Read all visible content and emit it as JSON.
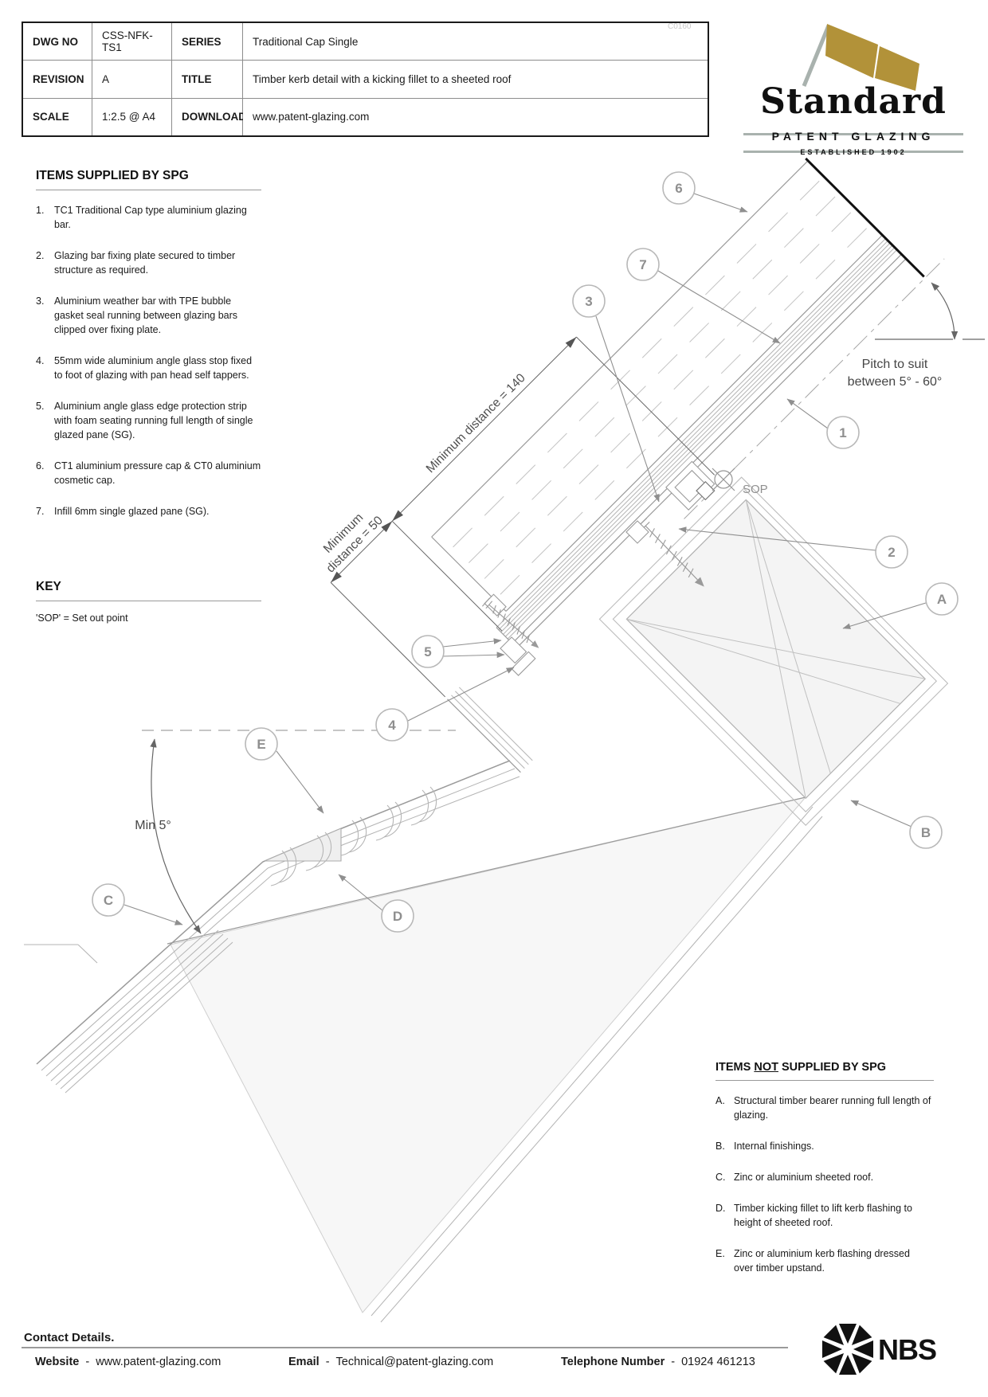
{
  "title_block": {
    "rows": [
      {
        "c0": "DWG NO",
        "c1": "CSS-NFK-TS1",
        "c2": "SERIES",
        "c3": "Traditional Cap Single"
      },
      {
        "c0": "REVISION",
        "c1": "A",
        "c2": "TITLE",
        "c3": "Timber kerb detail with a kicking fillet to a sheeted roof"
      },
      {
        "c0": "SCALE",
        "c1": "1:2.5 @ A4",
        "c2": "DOWNLOAD",
        "c3": "www.patent-glazing.com"
      }
    ]
  },
  "watermark": "C0160",
  "logo": {
    "name": "Standard",
    "subtitle": "PATENT GLAZING",
    "established": "ESTABLISHED 1902",
    "flag_color": "#b29239",
    "pole_color": "#a9b2ae"
  },
  "supplied": {
    "heading": "ITEMS SUPPLIED BY SPG",
    "items": [
      {
        "num": "1.",
        "text": "TC1 Traditional Cap type aluminium glazing bar."
      },
      {
        "num": "2.",
        "text": "Glazing bar fixing plate secured to timber structure as required."
      },
      {
        "num": "3.",
        "text": "Aluminium weather bar with TPE bubble gasket seal running between glazing bars clipped over fixing plate."
      },
      {
        "num": "4.",
        "text": "55mm wide aluminium angle glass stop fixed to foot of glazing with pan head self tappers."
      },
      {
        "num": "5.",
        "text": "Aluminium angle glass edge protection strip with foam seating running full length of single glazed pane (SG)."
      },
      {
        "num": "6.",
        "text": "CT1 aluminium pressure cap & CT0 aluminium cosmetic cap."
      },
      {
        "num": "7.",
        "text": "Infill 6mm single glazed pane (SG)."
      }
    ]
  },
  "key": {
    "heading": "KEY",
    "text": "'SOP' = Set out point"
  },
  "not_supplied": {
    "heading_pre": "ITEMS ",
    "heading_not": "NOT",
    "heading_post": " SUPPLIED BY SPG",
    "items": [
      {
        "letter": "A.",
        "text": "Structural timber bearer running full length of glazing."
      },
      {
        "letter": "B.",
        "text": "Internal finishings."
      },
      {
        "letter": "C.",
        "text": "Zinc or aluminium sheeted roof."
      },
      {
        "letter": "D.",
        "text": "Timber kicking fillet to lift kerb flashing to height of sheeted roof."
      },
      {
        "letter": "E.",
        "text": "Zinc or aluminium kerb flashing dressed over timber upstand."
      }
    ]
  },
  "drawing": {
    "labels": {
      "dim140": "Minimum distance = 140",
      "dim50a": "Minimum",
      "dim50b": "distance = 50",
      "pitch1": "Pitch to suit",
      "pitch2": "between 5° - 60°",
      "sop": "SOP",
      "min5": "Min 5°"
    },
    "callouts": [
      {
        "label": "6"
      },
      {
        "label": "7"
      },
      {
        "label": "3"
      },
      {
        "label": "1"
      },
      {
        "label": "2"
      },
      {
        "label": "A"
      },
      {
        "label": "5"
      },
      {
        "label": "4"
      },
      {
        "label": "E"
      },
      {
        "label": "C"
      },
      {
        "label": "D"
      },
      {
        "label": "B"
      }
    ]
  },
  "footer": {
    "heading": "Contact Details.",
    "sep": "-",
    "website_label": "Website",
    "website": "www.patent-glazing.com",
    "email_label": "Email",
    "email": "Technical@patent-glazing.com",
    "phone_label": "Telephone Number",
    "phone": "01924 461213",
    "nbs": "NBS"
  },
  "colors": {
    "accent_gold": "#b29239",
    "line_gray": "#9a9a9a",
    "balloon_gray": "#8f8f8f",
    "black": "#111111"
  }
}
